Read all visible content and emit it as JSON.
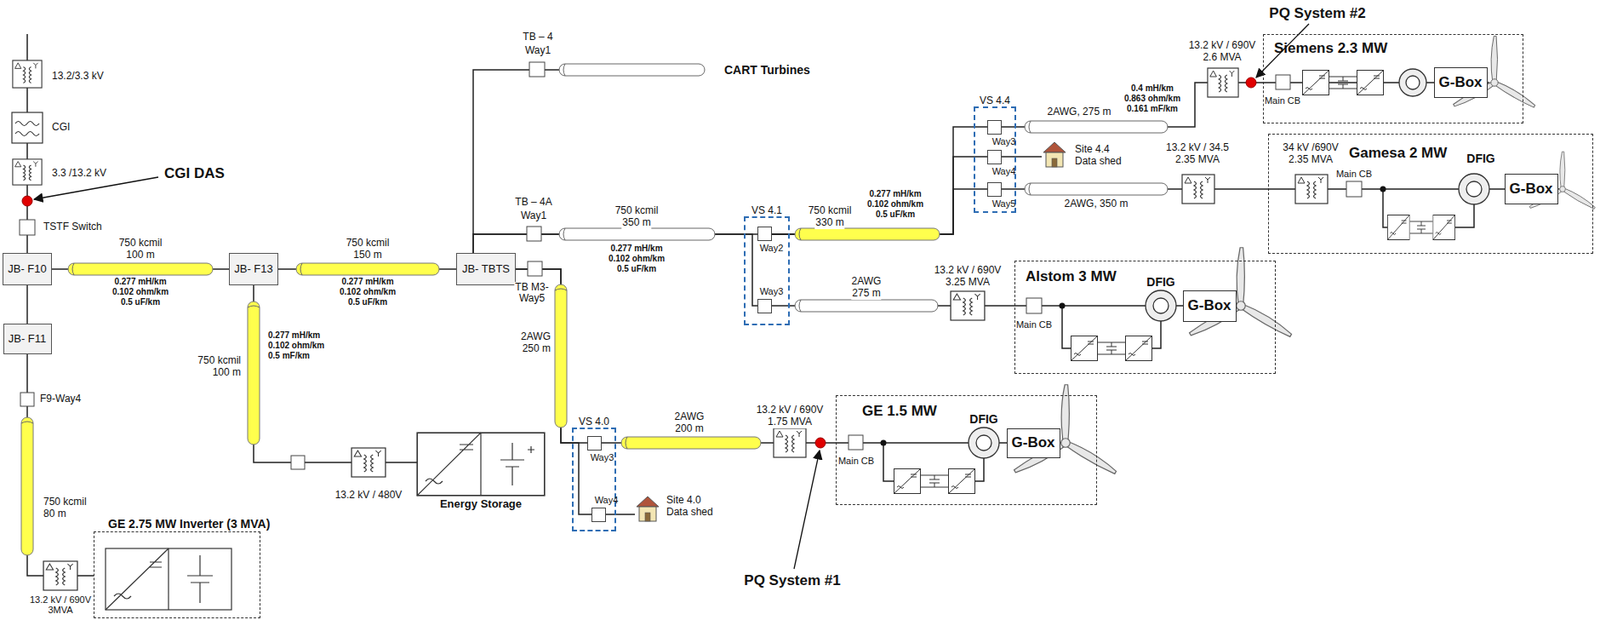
{
  "diagram": {
    "nodes": [
      {
        "text": [
          "JB- F10"
        ]
      },
      {
        "text": [
          "JB- F11"
        ]
      },
      {
        "text": [
          "JB- F13"
        ]
      },
      {
        "text": [
          "JB- TBTS"
        ]
      },
      {
        "text": [
          "VS 4.1"
        ]
      },
      {
        "text": [
          "Way2"
        ],
        "in": 4
      },
      {
        "text": [
          "Way3"
        ],
        "in": 4
      },
      {
        "text": [
          "VS 4.4"
        ]
      },
      {
        "text": [
          "Way3"
        ],
        "in": 7
      },
      {
        "text": [
          "Way4"
        ],
        "in": 7
      },
      {
        "text": [
          "Way5"
        ],
        "in": 7
      },
      {
        "text": [
          "VS 4.0"
        ]
      },
      {
        "text": [
          "Way3"
        ],
        "in": 11
      },
      {
        "text": [
          "Way4"
        ],
        "in": 11
      },
      {
        "text": [
          "Siemens 2.3 MW"
        ]
      },
      {
        "text": [
          "G-Box"
        ],
        "in": 14
      },
      {
        "text": [
          "Gamesa 2 MW"
        ]
      },
      {
        "text": [
          "G-Box"
        ],
        "in": 16
      },
      {
        "text": [
          "Alstom 3 MW"
        ]
      },
      {
        "text": [
          "G-Box"
        ],
        "in": 18
      },
      {
        "text": [
          "GE 1.5 MW"
        ]
      },
      {
        "text": [
          "G-Box"
        ],
        "in": 20
      },
      {
        "text": [
          "Energy Storage"
        ]
      },
      {
        "text": [
          "GE 2.75 MW Inverter (3 MVA)"
        ]
      }
    ],
    "edges": [
      {
        "from": 0,
        "to": 2,
        "arrow": "none"
      },
      {
        "from": 2,
        "to": 3,
        "arrow": "none"
      },
      {
        "from": 0,
        "to": 1,
        "arrow": "none"
      },
      {
        "from": 3,
        "to": 5,
        "arrow": "none"
      },
      {
        "from": 3,
        "to": 6,
        "arrow": "none"
      },
      {
        "from": 5,
        "to": 8,
        "arrow": "none"
      },
      {
        "from": 5,
        "to": 9,
        "arrow": "none"
      },
      {
        "from": 5,
        "to": 10,
        "arrow": "none"
      },
      {
        "from": 3,
        "to": 12,
        "arrow": "none"
      },
      {
        "from": 3,
        "to": 13,
        "arrow": "none"
      },
      {
        "from": 8,
        "to": 14,
        "arrow": "none"
      },
      {
        "from": 10,
        "to": 16,
        "arrow": "none"
      },
      {
        "from": 6,
        "to": 18,
        "arrow": "none"
      },
      {
        "from": 12,
        "to": 20,
        "arrow": "none"
      },
      {
        "from": 2,
        "to": 22,
        "arrow": "none"
      },
      {
        "from": 1,
        "to": 23,
        "arrow": "none"
      }
    ],
    "labels": [
      "13.2/3.3 kV",
      "CGI",
      "3.3 /13.2 kV",
      "CGI DAS",
      "TSTF Switch",
      "750 kcmil",
      "100 m",
      "0.277 mH/km",
      "0.102 ohm/km",
      "0.5 uF/km",
      "750 kcmil",
      "150 m",
      "0.277 mH/km",
      "0.102 ohm/km",
      "0.5 uF/km",
      "750 kcmil",
      "100 m",
      "0.277 mH/km",
      "0.102 ohm/km",
      "0.5 mF/km",
      "13.2 kV / 480V",
      "F9-Way4",
      "750 kcmil",
      "80 m",
      "13.2 kV / 690V",
      "3MVA",
      "TB – 4",
      "Way1",
      "CART Turbines",
      "TB – 4A",
      "Way1",
      "TB M3-",
      "Way5",
      "2AWG",
      "250 m",
      "750 kcmil",
      "350 m",
      "0.277 mH/km",
      "0.102 ohm/km",
      "0.5 uF/km",
      "750 kcmil",
      "330 m",
      "0.277 mH/km",
      "0.102 ohm/km",
      "0.5 uF/km",
      "2AWG",
      "275 m",
      "13.2 kV / 690V",
      "3.25 MVA",
      "Main CB",
      "DFIG",
      "Site 4.0",
      "Data shed",
      "2AWG",
      "200 m",
      "13.2 kV / 690V",
      "1.75 MVA",
      "PQ System #1",
      "Main CB",
      "DFIG",
      "2AWG, 275 m",
      "0.4 mH/km",
      "0.863 ohm/km",
      "0.161 mF/km",
      "13.2 kV / 690V",
      "2.6 MVA",
      "PQ System #2",
      "Main CB",
      "Site 4.4",
      "Data shed",
      "2AWG, 350 m",
      "13.2 kV / 34.5",
      "2.35 MVA",
      "34 kV /690V",
      "2.35 MVA",
      "Main CB",
      "DFIG"
    ]
  }
}
